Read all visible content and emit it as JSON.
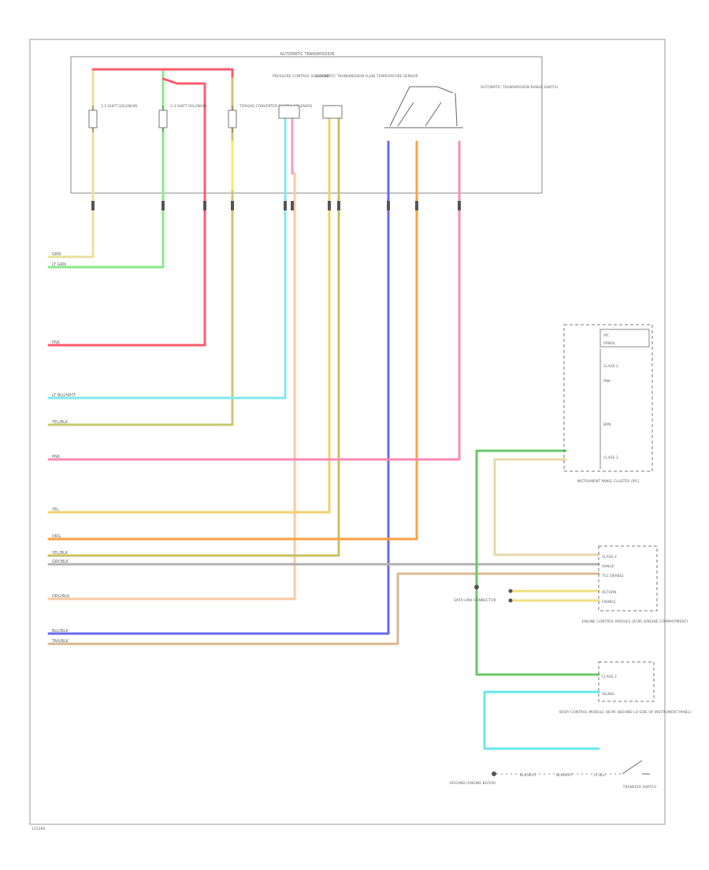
{
  "diagram": {
    "page_code": "125266",
    "main_box_title": "AUTOMATIC TRANSMISSION",
    "transmission_components": [
      {
        "label": "1-2 SHIFT SOLENOID"
      },
      {
        "label": "2-3 SHIFT SOLENOID"
      },
      {
        "label": "TORQUE CONVERTER CLUTCH SOLENOID"
      },
      {
        "label": "PRESSURE CONTROL SOLENOID"
      },
      {
        "label": "AUTOMATIC TRANSMISSION FLUID TEMPERATURE SENSOR"
      },
      {
        "label": "AUTOMATIC TRANSMISSION RANGE SWITCH"
      }
    ],
    "left_wires": [
      {
        "color_code": "GRN"
      },
      {
        "color_code": "LT GRN"
      },
      {
        "color_code": "PNK"
      },
      {
        "color_code": "LT BLU/WHT"
      },
      {
        "color_code": "YEL/BLK"
      },
      {
        "color_code": "PNK"
      },
      {
        "color_code": "YEL"
      },
      {
        "color_code": "ORG"
      },
      {
        "color_code": "YEL/BLK"
      },
      {
        "color_code": "GRY/BLK"
      },
      {
        "color_code": "ORG/BLK"
      },
      {
        "color_code": "BLU/BLK"
      },
      {
        "color_code": "TAN/BLK"
      }
    ],
    "ipc": {
      "title": "IPC",
      "label": "INSTRUMENT PANEL CLUSTER (IPC)",
      "items": [
        "CLASS 2",
        "PRNDL",
        "PNK",
        "BRN",
        "CLASS 2"
      ]
    },
    "ecm": {
      "label": "ENGINE CONTROL MODULE (ECM) (ENGINE COMPARTMENT)",
      "pins": [
        "CLASS 2",
        "RANGE",
        "TCC ENABLE",
        "RETURN",
        "ENABLE"
      ]
    },
    "splice_label": "DATA LINK CONNECTOR",
    "bcm": {
      "label": "BODY CONTROL MODULE (BCM) (BEHIND LH SIDE OF INSTRUMENT PANEL)",
      "pins": [
        "CLASS 2",
        "SIGNAL"
      ]
    },
    "bottom": {
      "ground_label": "GROUND (ENGINE BLOCK)",
      "switch_label": "TRANSFER SWITCH",
      "wire_labels": [
        "BLK/WHT",
        "BLK/WHT",
        "LT BLU"
      ]
    }
  }
}
